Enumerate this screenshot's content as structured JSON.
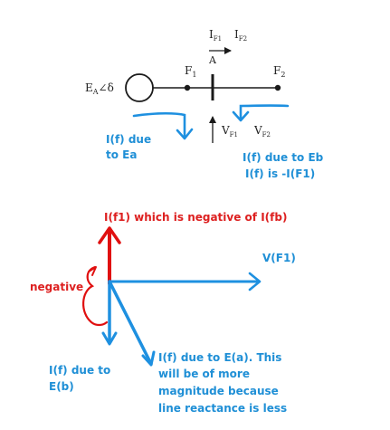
{
  "colors": {
    "black": "#1a1a1a",
    "blue": "#1e90e0",
    "blue_text": "#1f8fd6",
    "red": "#e01010",
    "red_text": "#dd2020"
  },
  "circuit": {
    "source_label": "E",
    "source_sub": "A",
    "source_angle": "∠δ",
    "node_f1_label": "F",
    "node_f1_sub": "1",
    "node_a_label": "A",
    "node_f2_label": "F",
    "node_f2_sub": "2",
    "current_i1": "I",
    "current_i1_sub": "F1",
    "current_i2": "I",
    "current_i2_sub": "F2",
    "voltage_v1": "V",
    "voltage_v1_sub": "F1",
    "voltage_v2": "V",
    "voltage_v2_sub": "F2"
  },
  "notes": {
    "if_due_ea_line1": "I(f) due",
    "if_due_ea_line2": "to Ea",
    "if_due_eb_line1": "I(f) due to Eb",
    "if_due_eb_line2": "I(f) is -I(F1)"
  },
  "phasor": {
    "if1_label": "I(f1) which is negative of I(fb)",
    "vf1_label": "V(F1)",
    "negative_label": "negative",
    "left_line1": "I(f) due to",
    "left_line2": "E(b)",
    "right_line1": "I(f) due to E(a). This",
    "right_line2": "will be of more",
    "right_line3": "magnitude because",
    "right_line4": "line reactance is less"
  }
}
